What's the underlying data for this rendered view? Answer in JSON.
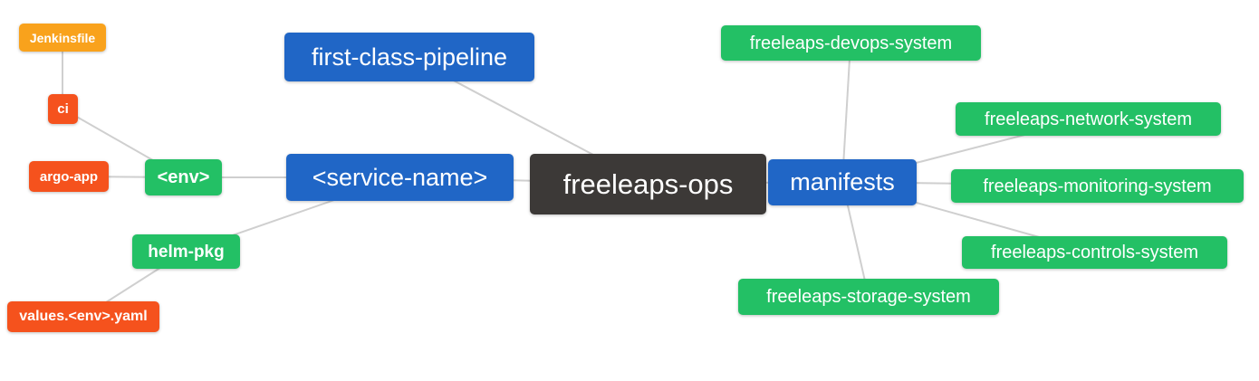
{
  "palette": {
    "blue": "#2066C6",
    "green": "#23C065",
    "red": "#F5521D",
    "amber": "#F9A21C",
    "dark": "#3C3937",
    "edge": "#CFCFCF",
    "text": "#FFFFFF",
    "background": "#FFFFFF"
  },
  "nodes": {
    "jenkinsfile": {
      "label": "Jenkinsfile",
      "color": "amber"
    },
    "ci": {
      "label": "ci",
      "color": "red"
    },
    "argo_app": {
      "label": "argo-app",
      "color": "red"
    },
    "env": {
      "label": "<env>",
      "color": "green"
    },
    "helm_pkg": {
      "label": "helm-pkg",
      "color": "green"
    },
    "values_yaml": {
      "label": "values.<env>.yaml",
      "color": "red"
    },
    "first_class_pipeline": {
      "label": "first-class-pipeline",
      "color": "blue"
    },
    "service_name": {
      "label": "<service-name>",
      "color": "blue"
    },
    "freeleaps_ops": {
      "label": "freeleaps-ops",
      "color": "dark"
    },
    "manifests": {
      "label": "manifests",
      "color": "blue"
    },
    "devops_system": {
      "label": "freeleaps-devops-system",
      "color": "green"
    },
    "network_system": {
      "label": "freeleaps-network-system",
      "color": "green"
    },
    "monitoring_system": {
      "label": "freeleaps-monitoring-system",
      "color": "green"
    },
    "controls_system": {
      "label": "freeleaps-controls-system",
      "color": "green"
    },
    "storage_system": {
      "label": "freeleaps-storage-system",
      "color": "green"
    }
  },
  "edges": [
    {
      "from": "jenkinsfile",
      "to": "ci"
    },
    {
      "from": "ci",
      "to": "env"
    },
    {
      "from": "argo_app",
      "to": "env"
    },
    {
      "from": "env",
      "to": "service_name"
    },
    {
      "from": "helm_pkg",
      "to": "service_name"
    },
    {
      "from": "values_yaml",
      "to": "helm_pkg"
    },
    {
      "from": "first_class_pipeline",
      "to": "freeleaps_ops"
    },
    {
      "from": "service_name",
      "to": "freeleaps_ops"
    },
    {
      "from": "freeleaps_ops",
      "to": "manifests"
    },
    {
      "from": "manifests",
      "to": "devops_system"
    },
    {
      "from": "manifests",
      "to": "network_system"
    },
    {
      "from": "manifests",
      "to": "monitoring_system"
    },
    {
      "from": "manifests",
      "to": "controls_system"
    },
    {
      "from": "manifests",
      "to": "storage_system"
    }
  ]
}
